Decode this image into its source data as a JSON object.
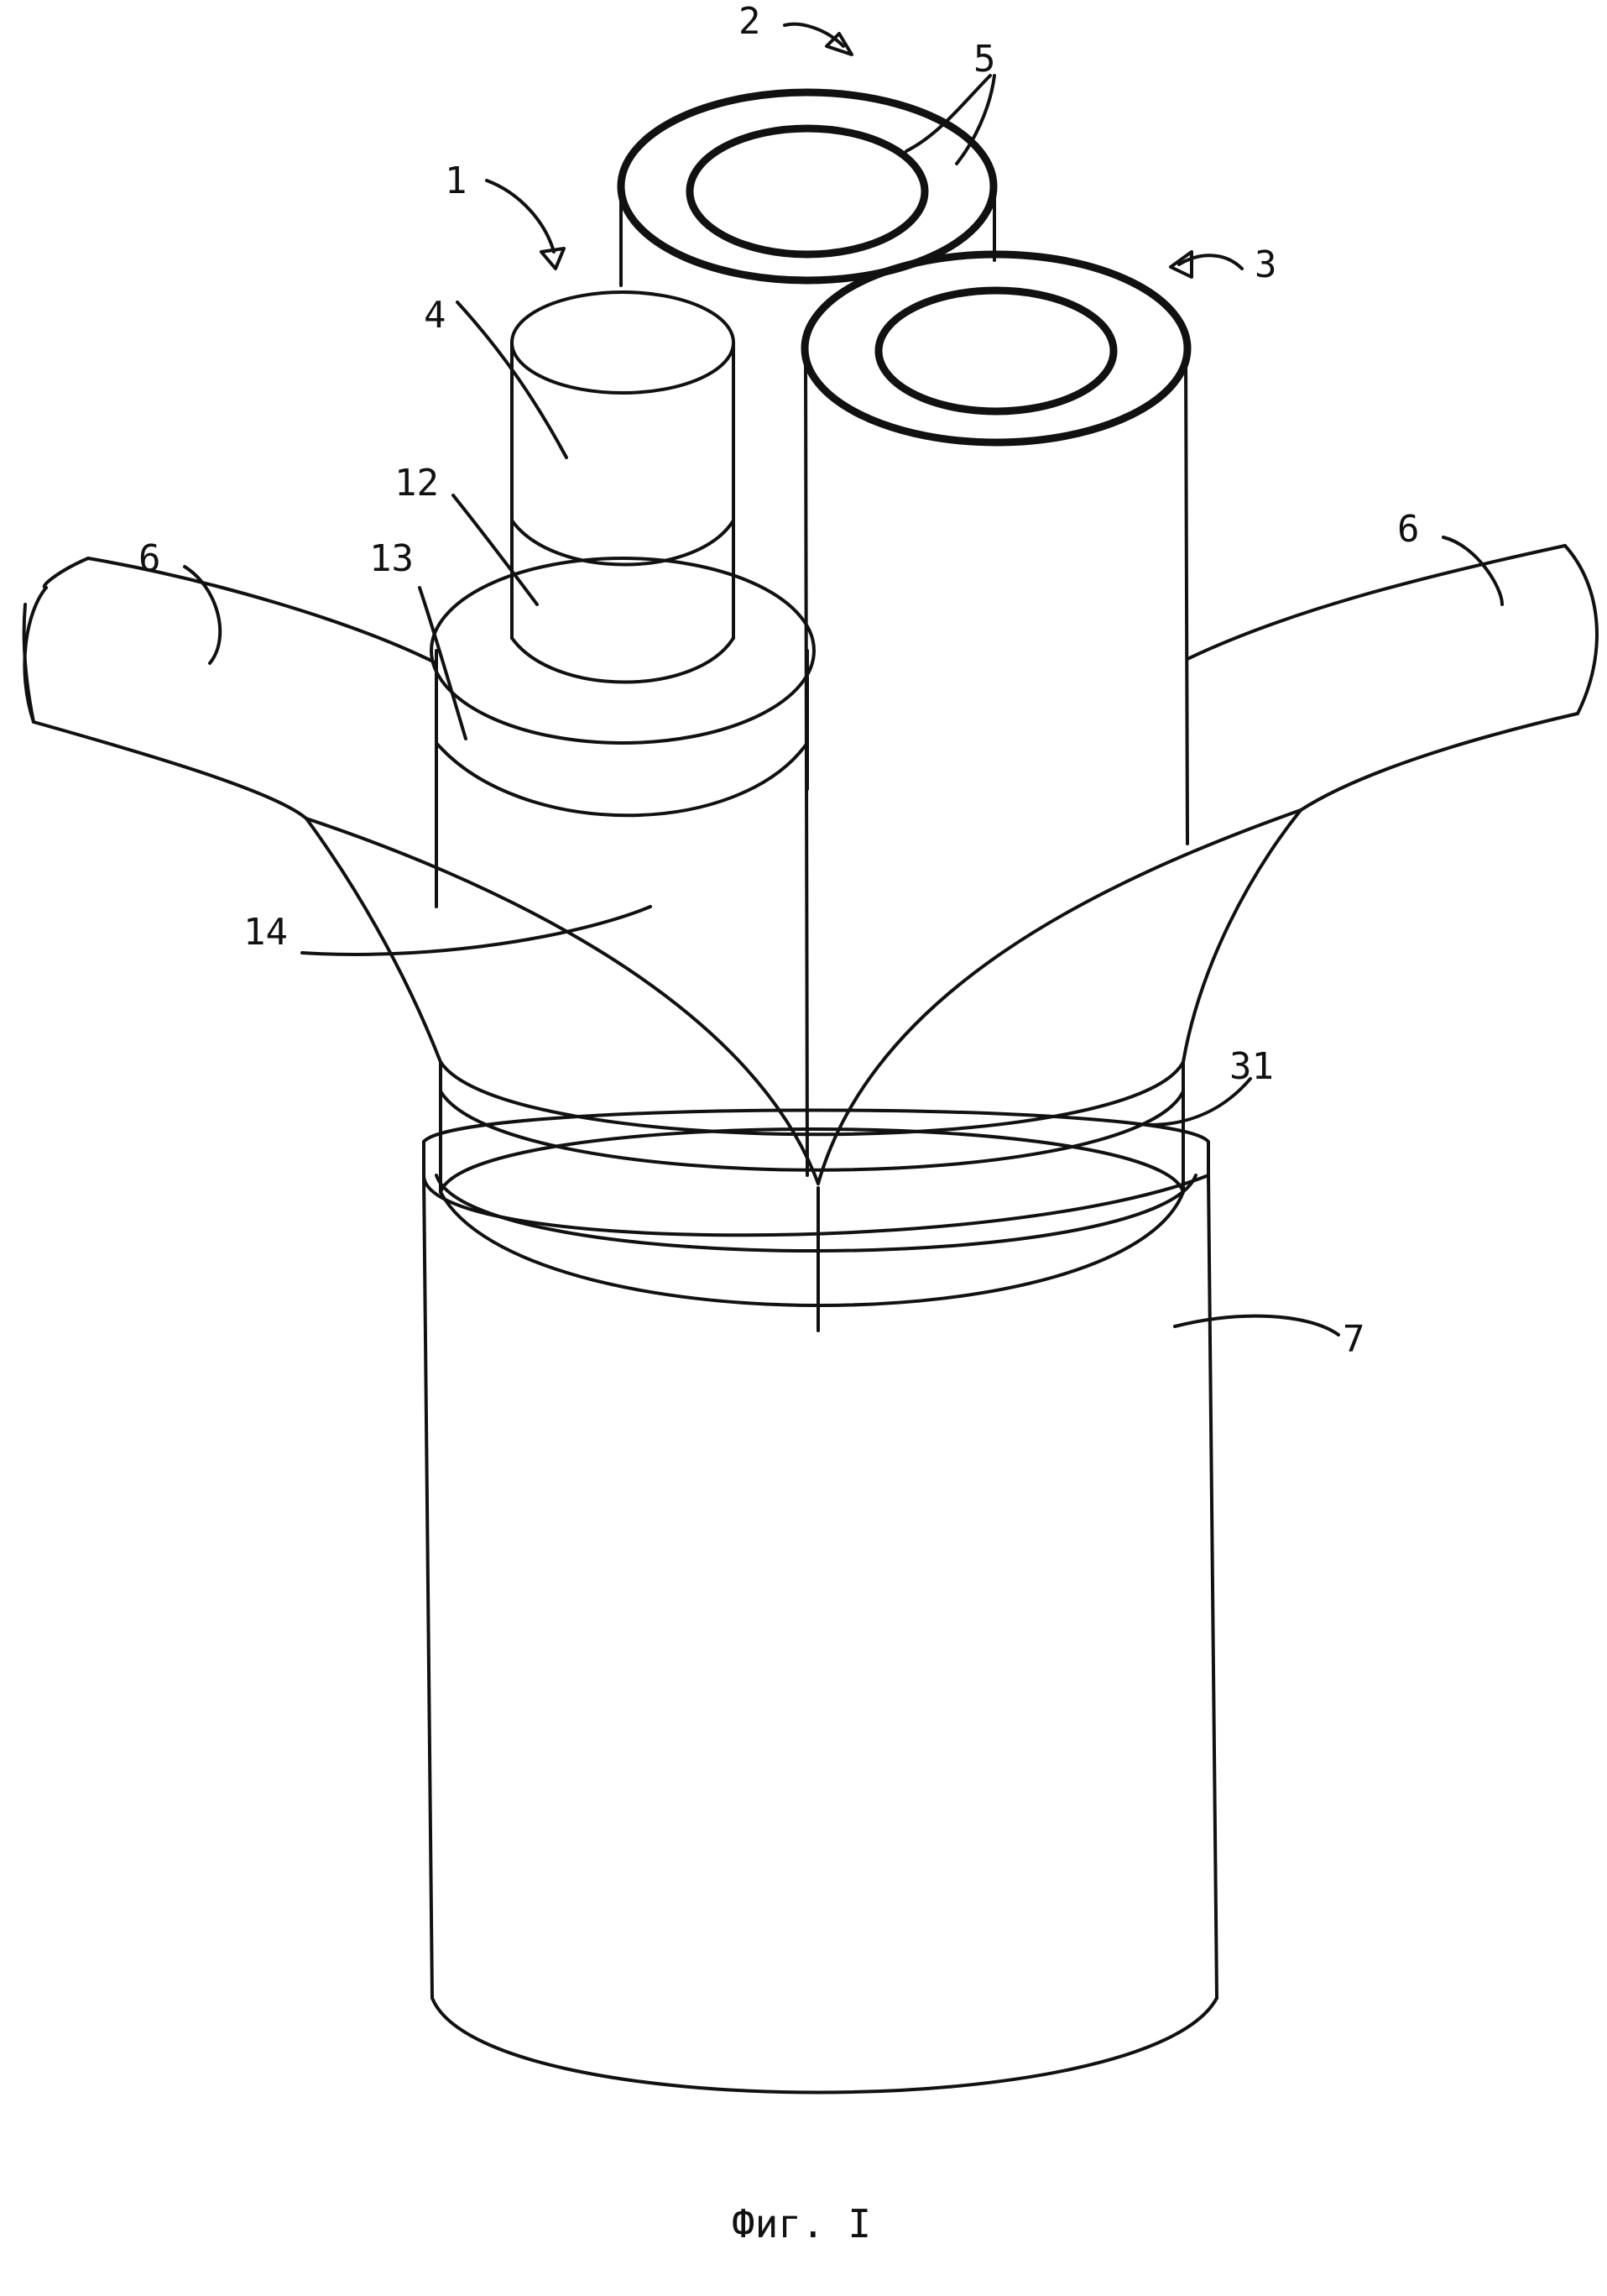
{
  "figure": {
    "caption": "Фиг. I",
    "labels": {
      "l1": "1",
      "l2": "2",
      "l3": "3",
      "l4": "4",
      "l5": "5",
      "l6_left": "6",
      "l6_right": "6",
      "l7": "7",
      "l12": "12",
      "l13": "13",
      "l14": "14",
      "l31": "31"
    },
    "colors": {
      "ink": "#111111",
      "paper": "#ffffff"
    }
  }
}
